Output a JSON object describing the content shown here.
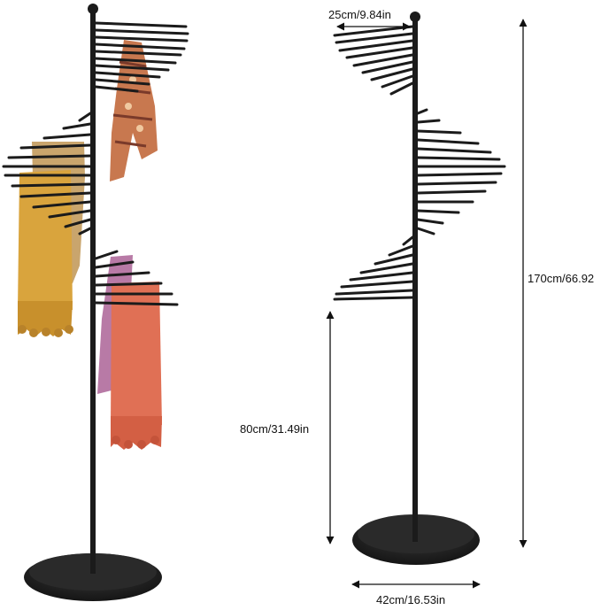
{
  "dimensions": {
    "arm_length": "25cm/9.84in",
    "total_height": "170cm/66.92",
    "lower_height": "80cm/31.49in",
    "base_diameter": "42cm/16.53in"
  },
  "colors": {
    "rack": "#1b1b1b",
    "base": "#222222",
    "yellow_scarf": "#d9a43d",
    "tan_scarf": "#c9a56d",
    "coral_scarf": "#e07055",
    "pattern_scarf": "#c8784f",
    "pink_scarf": "#b87aa6",
    "dimension_line": "#111111"
  }
}
